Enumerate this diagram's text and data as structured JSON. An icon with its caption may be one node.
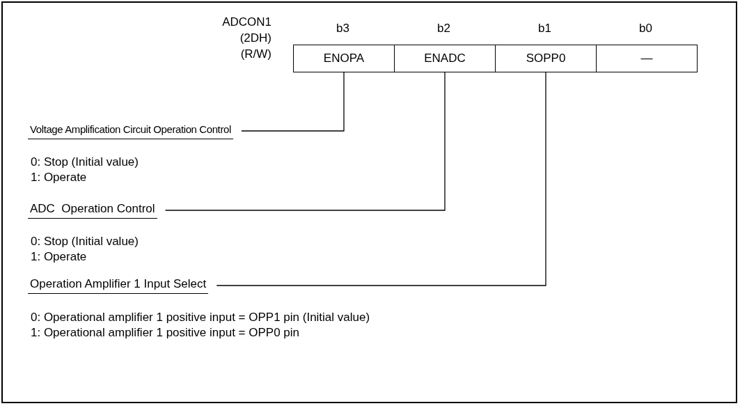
{
  "diagram": {
    "nodes": [
      {
        "text": [
          "ENOPA"
        ],
        "beside": [
          "b3"
        ]
      },
      {
        "text": [
          "ENADC"
        ],
        "beside": [
          "b2"
        ]
      },
      {
        "text": [
          "SOPP0"
        ],
        "beside": [
          "b1"
        ]
      },
      {
        "text": [
          "—"
        ],
        "beside": [
          "b0"
        ]
      },
      {
        "text": [
          "Voltage Amplification Circuit Operation Control"
        ]
      },
      {
        "text": [
          "ADC  Operation Control"
        ]
      },
      {
        "text": [
          "Operation Amplifier 1 Input Select"
        ]
      }
    ],
    "edges": [
      {
        "from": 4,
        "to": 0,
        "arrow": "none"
      },
      {
        "from": 5,
        "to": 1,
        "arrow": "none"
      },
      {
        "from": 6,
        "to": 2,
        "arrow": "none"
      }
    ],
    "labels": [
      "ADCON1",
      "(2DH)",
      "(R/W)",
      "0: Stop (Initial value)",
      "1: Operate",
      "0: Stop (Initial value)",
      "1: Operate",
      "0: Operational amplifier 1 positive input = OPP1 pin (Initial value)",
      "1: Operational amplifier 1 positive input = OPP0 pin"
    ]
  }
}
